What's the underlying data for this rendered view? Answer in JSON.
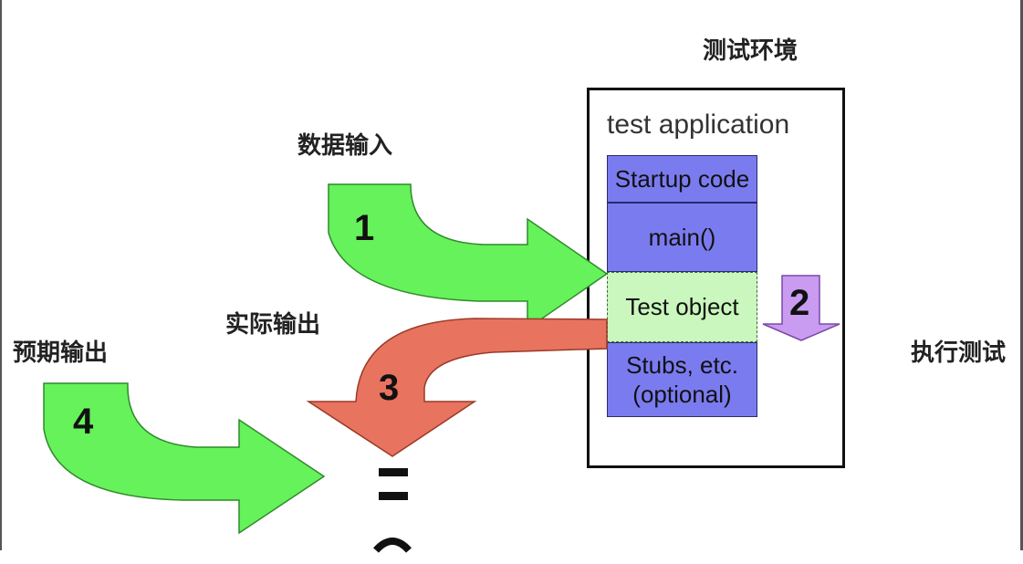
{
  "labels": {
    "env": "测试环境",
    "data_input": "数据输入",
    "actual_output": "实际输出",
    "expected_output": "预期输出",
    "execute_test": "执行测试"
  },
  "app": {
    "title": "test application",
    "cells": [
      "Startup code",
      "main()",
      "Test object",
      "Stubs, etc.\n(optional)"
    ]
  },
  "arrows": {
    "a1": "1",
    "a2": "2",
    "a3": "3",
    "a4": "4"
  },
  "equals_symbol": "=",
  "colors": {
    "green_arrow": "#66f25a",
    "salmon_arrow": "#e8735f",
    "purple_arrow": "#c99cf2",
    "stack_blue": "#7b7bf0",
    "test_object_green": "#c9f7bd"
  }
}
